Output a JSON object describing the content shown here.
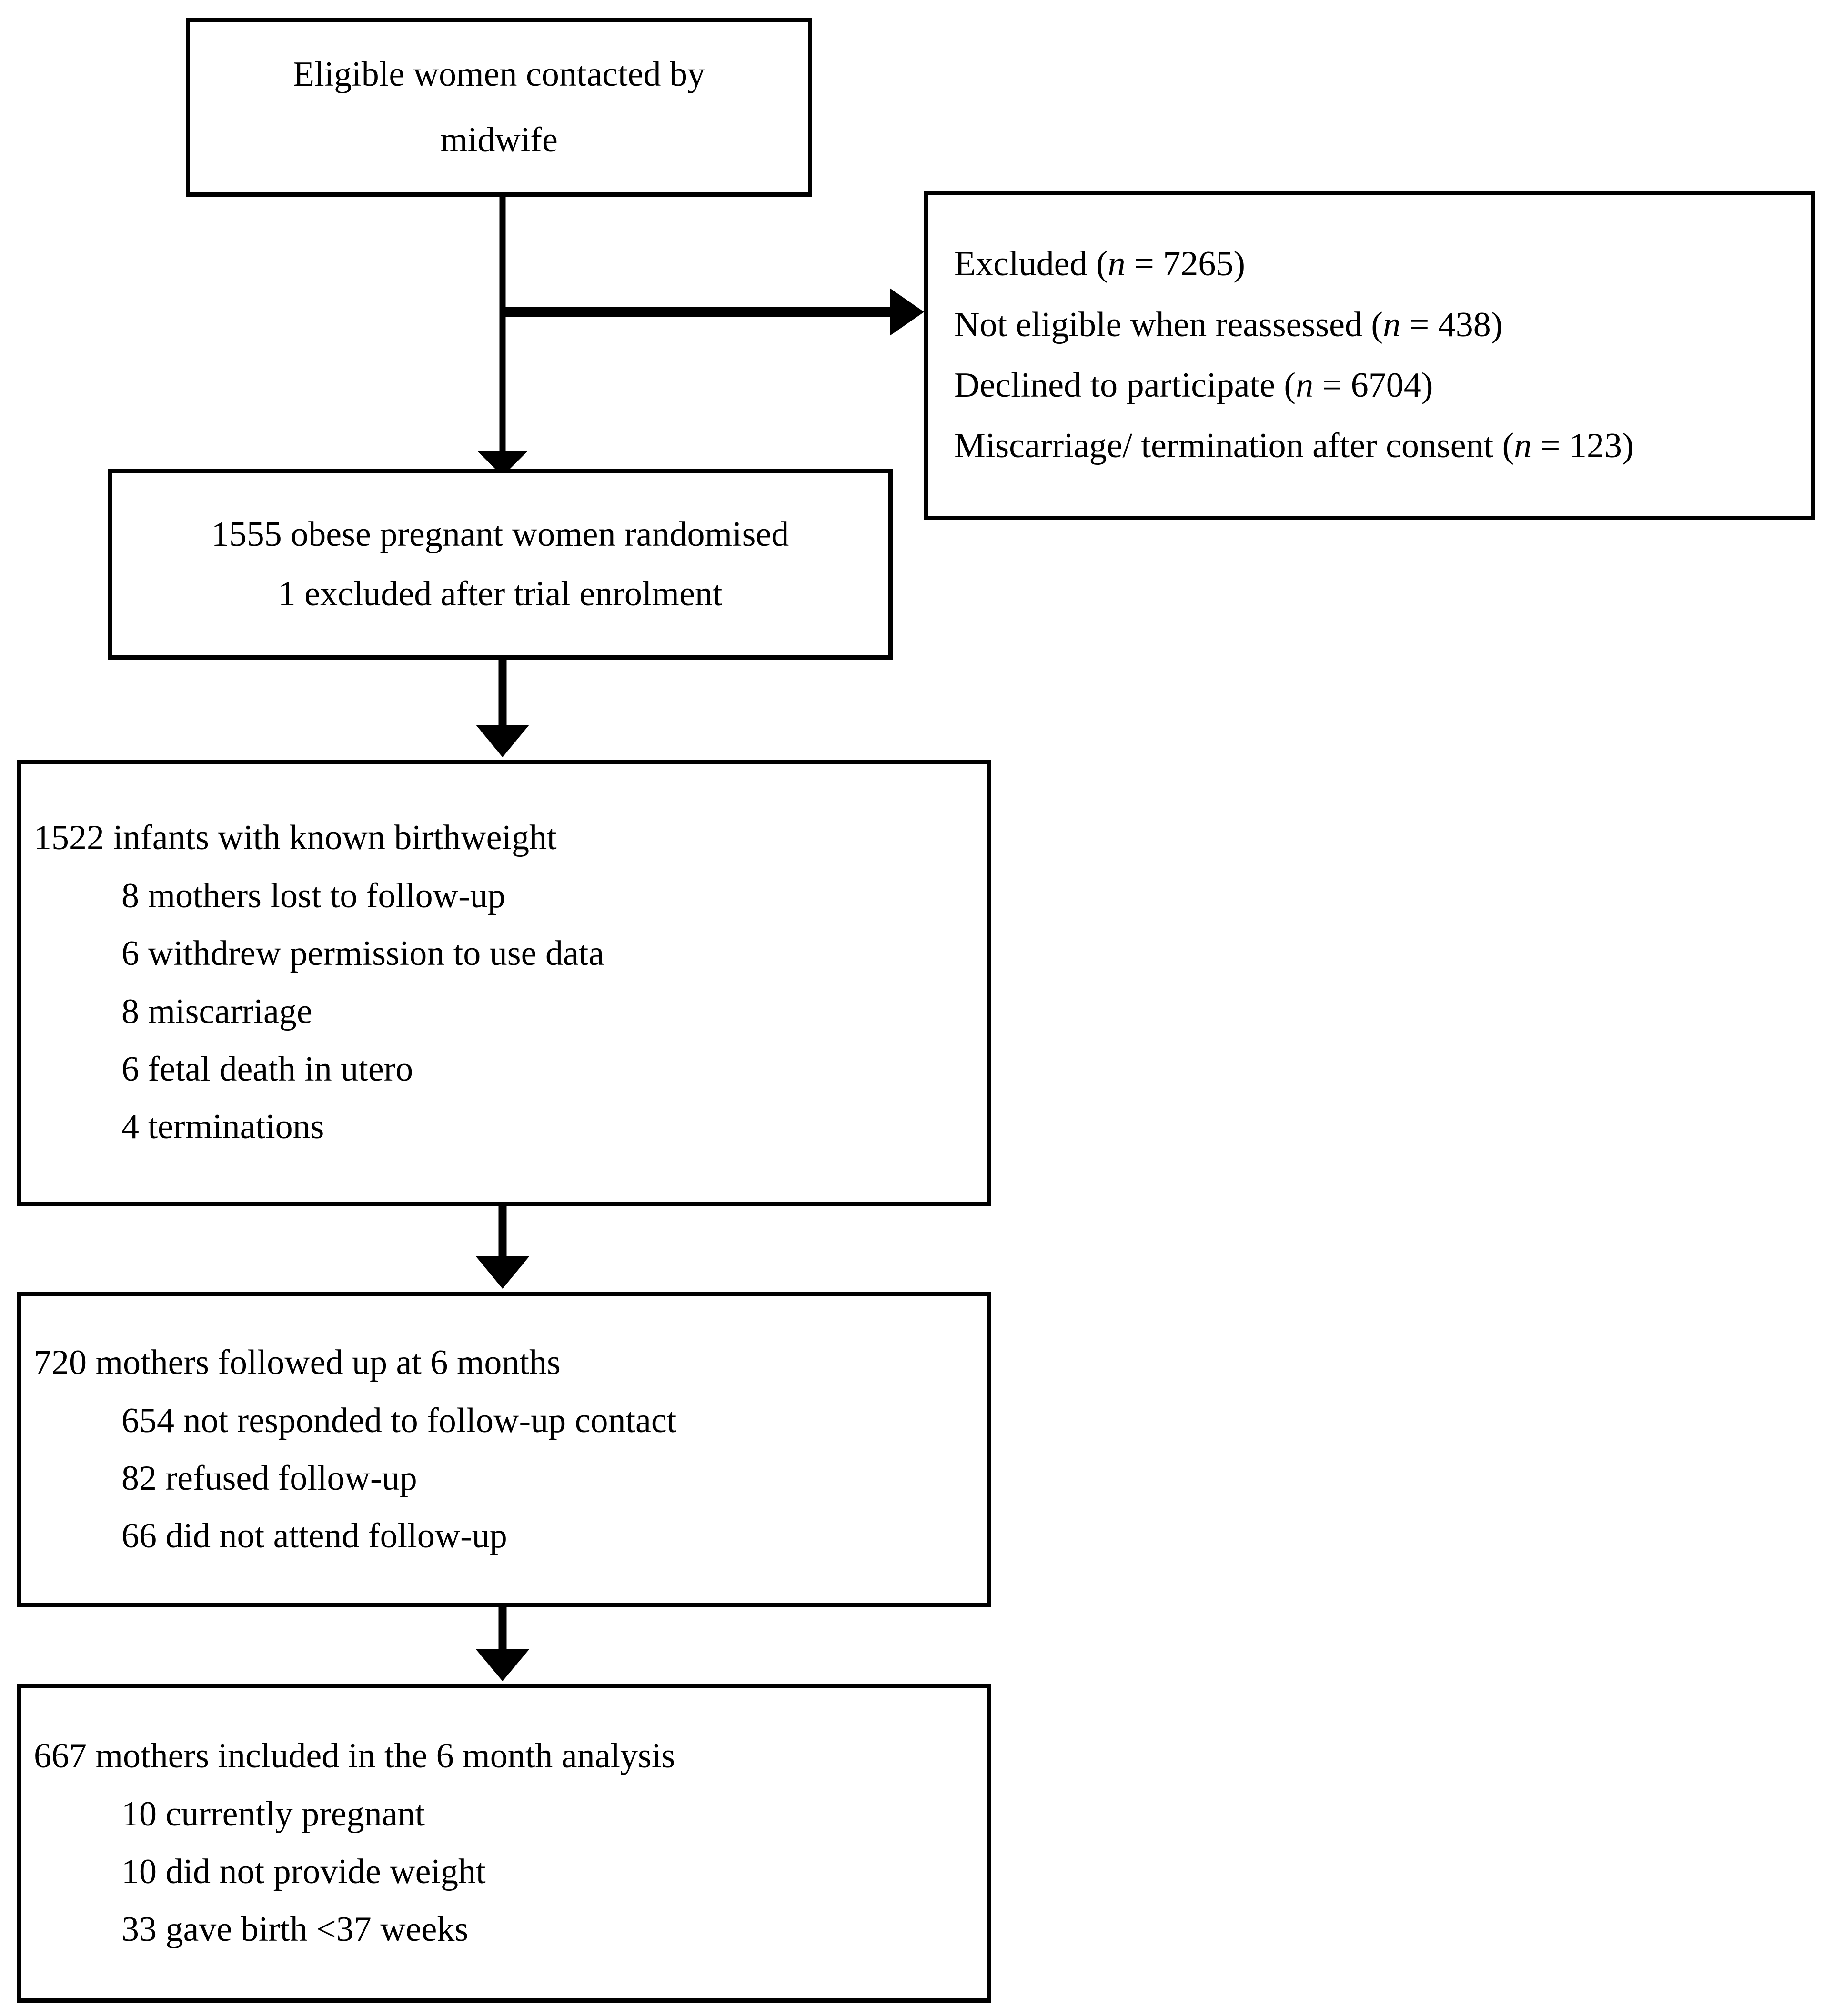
{
  "figure": {
    "type": "consort-flow-diagram",
    "stroke_color": "#000000",
    "background_color": "#ffffff"
  },
  "boxes": {
    "eligible": {
      "name": "eligible-women-box",
      "lines": [
        "Eligible women contacted by",
        "midwife"
      ]
    },
    "excluded": {
      "name": "excluded-box",
      "lines": [
        {
          "pre": "Excluded (",
          "n": "n",
          "post": " = 7265)"
        },
        {
          "pre": "Not eligible when reassessed (",
          "n": "n",
          "post": " = 438)"
        },
        {
          "pre": "Declined to participate (",
          "n": "n",
          "post": " = 6704)"
        },
        {
          "pre": "Miscarriage/ termination after consent (",
          "n": "n",
          "post": " = 123)"
        }
      ],
      "counts": {
        "excluded_total": 7265,
        "not_eligible_when_reassessed": 438,
        "declined_to_participate": 6704,
        "miscarriage_or_termination_after_consent": 123
      }
    },
    "randomised": {
      "name": "randomised-box",
      "lines": [
        "1555 obese pregnant women randomised",
        "1 excluded after trial enrolment"
      ],
      "counts": {
        "randomised": 1555,
        "excluded_after_trial_enrolment": 1
      }
    },
    "infants": {
      "name": "infants-birthweight-box",
      "head": "1522 infants with known birthweight",
      "subs": [
        "8 mothers lost to follow-up",
        "6 withdrew permission to use data",
        "8 miscarriage",
        "6 fetal death in utero",
        "4 terminations"
      ],
      "counts": {
        "infants_with_known_birthweight": 1522,
        "mothers_lost_to_follow_up": 8,
        "withdrew_permission_to_use_data": 6,
        "miscarriage": 8,
        "fetal_death_in_utero": 6,
        "terminations": 4
      }
    },
    "followed_up": {
      "name": "followed-up-6-months-box",
      "head": "720 mothers followed up at 6 months",
      "subs": [
        "654 not responded to follow-up contact",
        "82 refused follow-up",
        "66 did not attend follow-up"
      ],
      "counts": {
        "mothers_followed_up_at_6_months": 720,
        "not_responded_to_follow_up_contact": 654,
        "refused_follow_up": 82,
        "did_not_attend_follow_up": 66
      }
    },
    "analysis": {
      "name": "six-month-analysis-box",
      "head": "667 mothers included in the 6 month analysis",
      "subs": [
        "10 currently pregnant",
        "10 did not provide weight",
        "33 gave birth <37 weeks"
      ],
      "counts": {
        "mothers_included_in_6_month_analysis": 667,
        "currently_pregnant": 10,
        "did_not_provide_weight": 10,
        "gave_birth_under_37_weeks": 33
      }
    }
  },
  "connectors": [
    {
      "name": "eligible-to-randomised-arrow",
      "from": "eligible",
      "to": "randomised",
      "direction": "down"
    },
    {
      "name": "eligible-to-excluded-arrow",
      "from": "eligible",
      "to": "excluded",
      "direction": "right"
    },
    {
      "name": "randomised-to-infants-arrow",
      "from": "randomised",
      "to": "infants",
      "direction": "down"
    },
    {
      "name": "infants-to-followed-up-arrow",
      "from": "infants",
      "to": "followed_up",
      "direction": "down"
    },
    {
      "name": "followed-up-to-analysis-arrow",
      "from": "followed_up",
      "to": "analysis",
      "direction": "down"
    }
  ]
}
